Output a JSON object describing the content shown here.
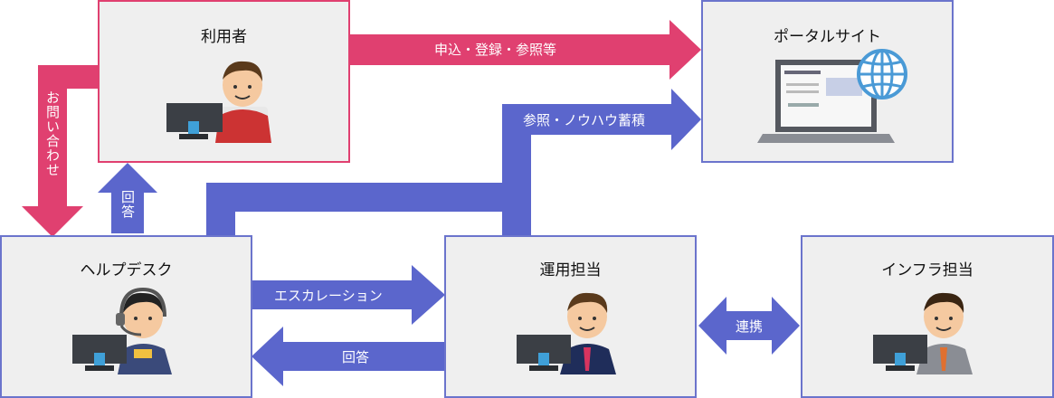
{
  "nodes": {
    "user": "利用者",
    "portal": "ポータルサイト",
    "helpdesk": "ヘルプデスク",
    "operations": "運用担当",
    "infra": "インフラ担当"
  },
  "arrows": {
    "apply": "申込・登録・参照等",
    "inquiry": "お問い合わせ",
    "answer_up": "回答",
    "knowhow": "参照・ノウハウ蓄積",
    "escalation": "エスカレーション",
    "answer_back": "回答",
    "cooperation": "連携"
  },
  "colors": {
    "user_flow": "#e04070",
    "staff_flow": "#5b66cc",
    "user_border": "#e04070",
    "staff_border": "#6b74cc"
  },
  "icons": [
    "person-at-computer",
    "headset-operator",
    "laptop",
    "globe-icon"
  ]
}
